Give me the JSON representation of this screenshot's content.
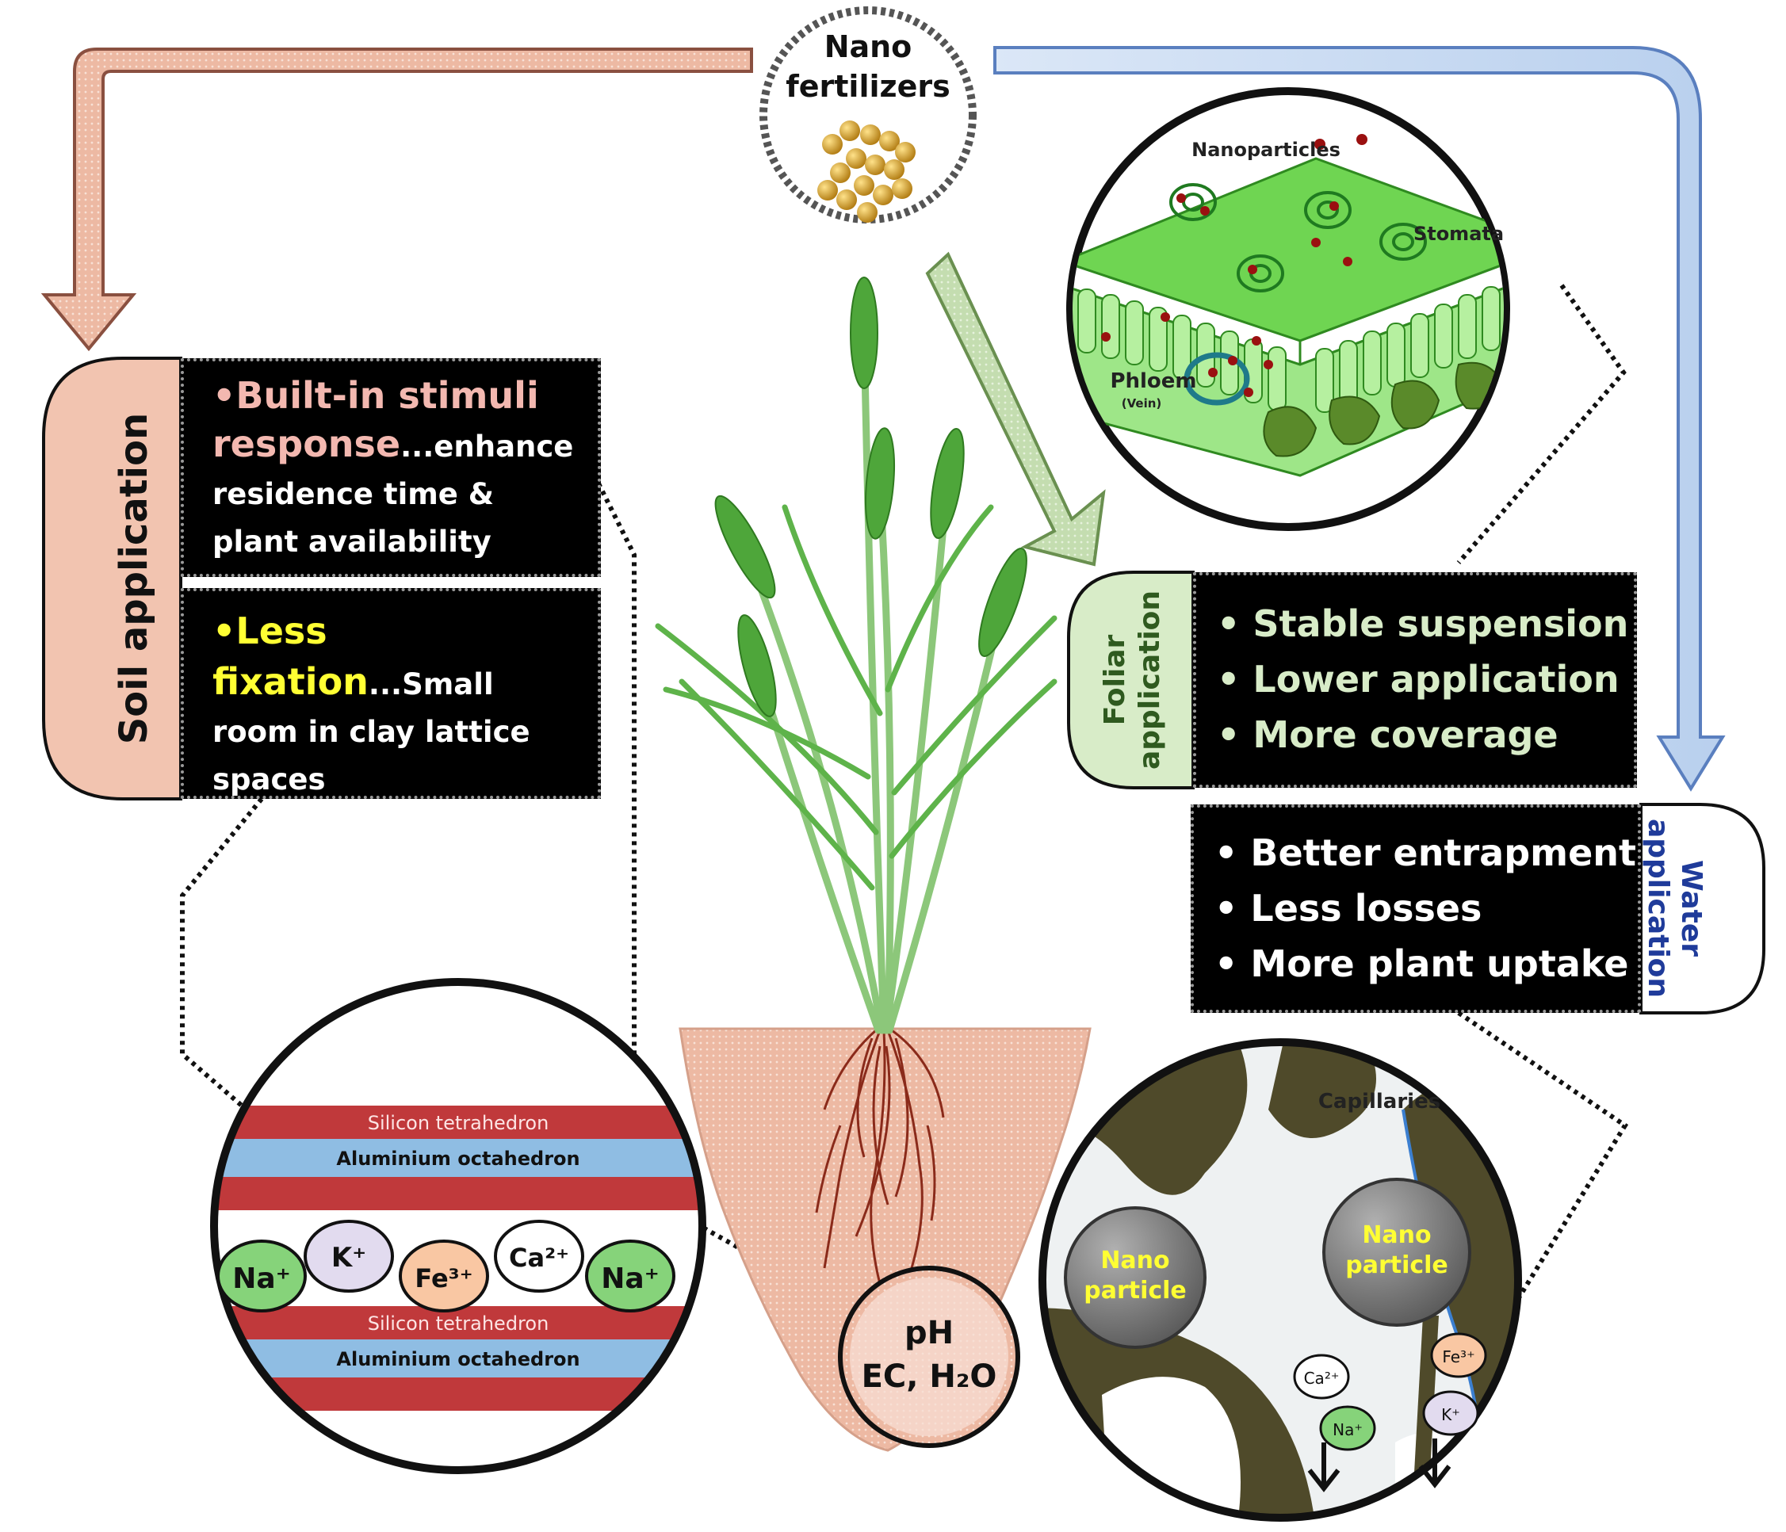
{
  "nano": {
    "line1": "Nano",
    "line2": "fertilizers"
  },
  "soil": {
    "label": "Soil application",
    "box1": {
      "highlight_line1": "Built-in stimuli",
      "highlight_line2": "response",
      "text": "...enhance residence time & plant availability"
    },
    "box2": {
      "highlight": "Less fixation",
      "text": "...Small room in clay lattice spaces"
    }
  },
  "foliar": {
    "label_line1": "Foliar",
    "label_line2": "application",
    "items": [
      "Stable suspension",
      "Lower application",
      "More coverage"
    ]
  },
  "water": {
    "label_line1": "Water",
    "label_line2": "application",
    "items": [
      "Better entrapment",
      "Less losses",
      "More plant uptake"
    ]
  },
  "leaf": {
    "nanoparticles": "Nanoparticles",
    "stomata": "Stomata",
    "phloem": "Phloem",
    "vein": "(Vein)"
  },
  "clay": {
    "silicon_top": "Silicon tetrahedron",
    "alu_top": "Aluminium octahedron",
    "silicon_bottom": "Silicon tetrahedron",
    "alu_bottom": "Aluminium octahedron",
    "ions": [
      "Na⁺",
      "K⁺",
      "Fe³⁺",
      "Ca²⁺",
      "Na⁺"
    ]
  },
  "soil_props": {
    "line1": "pH",
    "line2": "EC, H₂O"
  },
  "capillary": {
    "label": "Capillaries",
    "particle_line1": "Nano",
    "particle_line2": "particle",
    "ions": [
      "Ca²⁺",
      "Na⁺",
      "Fe³⁺",
      "K⁺"
    ]
  },
  "colors": {
    "soil": "#f2c4b0",
    "foliar": "#d8ecc8",
    "water_arrow": "#c6daf2",
    "water_text": "#1f3b9a",
    "leaf": "#5fcf45",
    "dark_soil": "#4f4a2a"
  }
}
